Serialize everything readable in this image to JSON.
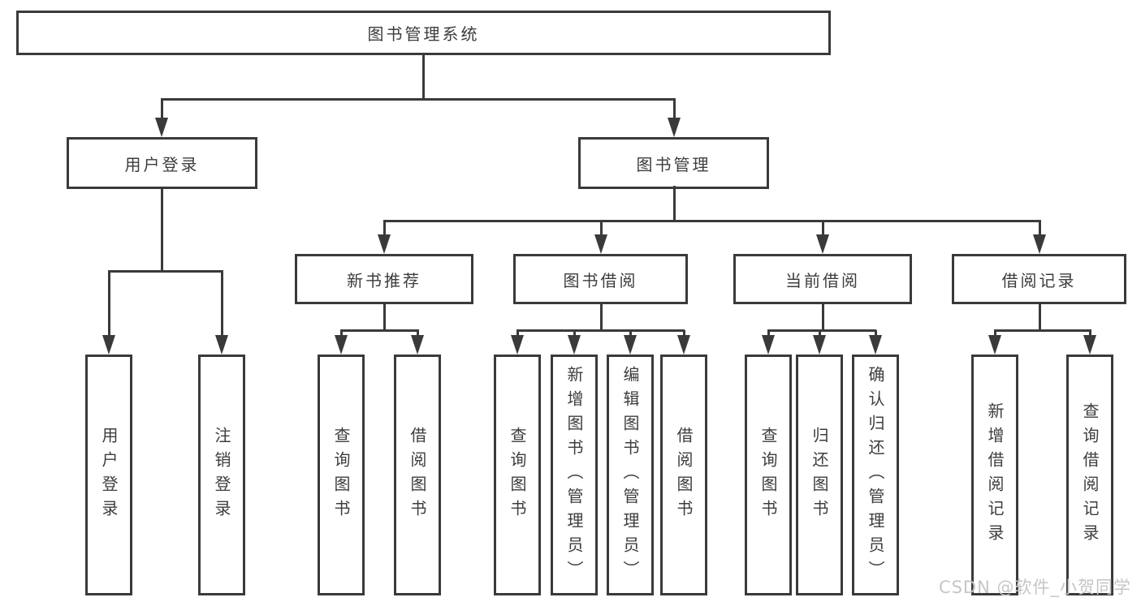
{
  "diagram": {
    "root": {
      "label": "图书管理系统"
    },
    "branches": [
      {
        "label": "用户登录",
        "children": [
          {
            "label": "用户登录"
          },
          {
            "label": "注销登录"
          }
        ]
      },
      {
        "label": "图书管理",
        "children": [
          {
            "label": "新书推荐",
            "children": [
              {
                "label": "查询图书"
              },
              {
                "label": "借阅图书"
              }
            ]
          },
          {
            "label": "图书借阅",
            "children": [
              {
                "label": "查询图书"
              },
              {
                "label": "新增图书（管理员）"
              },
              {
                "label": "编辑图书（管理员）"
              },
              {
                "label": "借阅图书"
              }
            ]
          },
          {
            "label": "当前借阅",
            "children": [
              {
                "label": "查询图书"
              },
              {
                "label": "归还图书"
              },
              {
                "label": "确认归还（管理员）"
              }
            ]
          },
          {
            "label": "借阅记录",
            "children": [
              {
                "label": "新增借阅记录"
              },
              {
                "label": "查询借阅记录"
              }
            ]
          }
        ]
      }
    ]
  },
  "watermark": {
    "text": "CSDN @软件_小贺同学"
  },
  "colors": {
    "line": "#3a3a3a",
    "text": "#3d3d3d",
    "watermark": "#c6c6c6",
    "background": "#ffffff"
  }
}
